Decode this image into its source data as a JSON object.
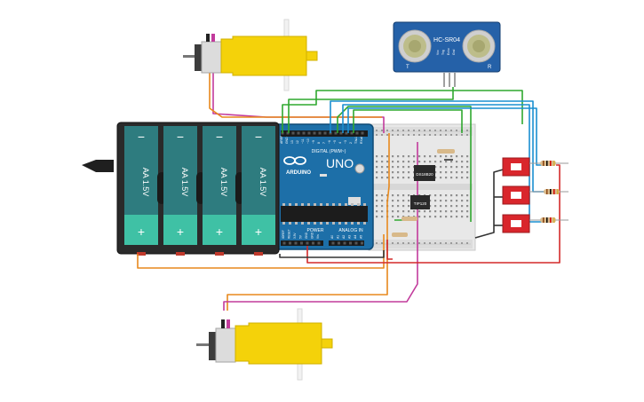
{
  "arduino": {
    "brand": "ARDUINO",
    "model": "UNO",
    "digital_label": "DIGITAL (PWM~)",
    "power_label": "POWER",
    "analog_label": "ANALOG IN",
    "digital_pins": [
      "AREF",
      "GND",
      "13",
      "12",
      "~11",
      "~10",
      "~9",
      "8",
      "7",
      "~6",
      "~5",
      "4",
      "~3",
      "2",
      "TX▸1",
      "RX◂0"
    ],
    "power_pins": [
      "IOREF",
      "RESET",
      "3.3V",
      "5V",
      "GND",
      "GND",
      "Vin"
    ],
    "analog_pins": [
      "A0",
      "A1",
      "A2",
      "A3",
      "A4",
      "A5"
    ]
  },
  "batteries": {
    "cells": [
      {
        "label": "AA 1.5V",
        "minus": "−",
        "plus": "+"
      },
      {
        "label": "AA 1.5V",
        "minus": "−",
        "plus": "+"
      },
      {
        "label": "AA 1.5V",
        "minus": "−",
        "plus": "+"
      },
      {
        "label": "AA 1.5V",
        "minus": "−",
        "plus": "+"
      }
    ]
  },
  "sensor": {
    "model": "HC-SR04",
    "left_mark": "T",
    "right_mark": "R",
    "pins": [
      "Vcc",
      "Trig",
      "Echo",
      "Gnd"
    ]
  },
  "chips": {
    "upper": "DS18B20",
    "lower": "TIP120"
  },
  "colors": {
    "arduino_blue": "#1d6fa8",
    "wire_green": "#2fa82f",
    "wire_blue": "#1a8fd1",
    "wire_orange": "#e8891d",
    "wire_magenta": "#c23b9c",
    "wire_red": "#d32a2a",
    "wire_dark": "#333333",
    "battery_teal": "#2e7c7f",
    "battery_green": "#3fc1a5",
    "motor_yellow": "#f4d20a",
    "button_red": "#d9262c",
    "sensor_blue": "#2561a8"
  }
}
